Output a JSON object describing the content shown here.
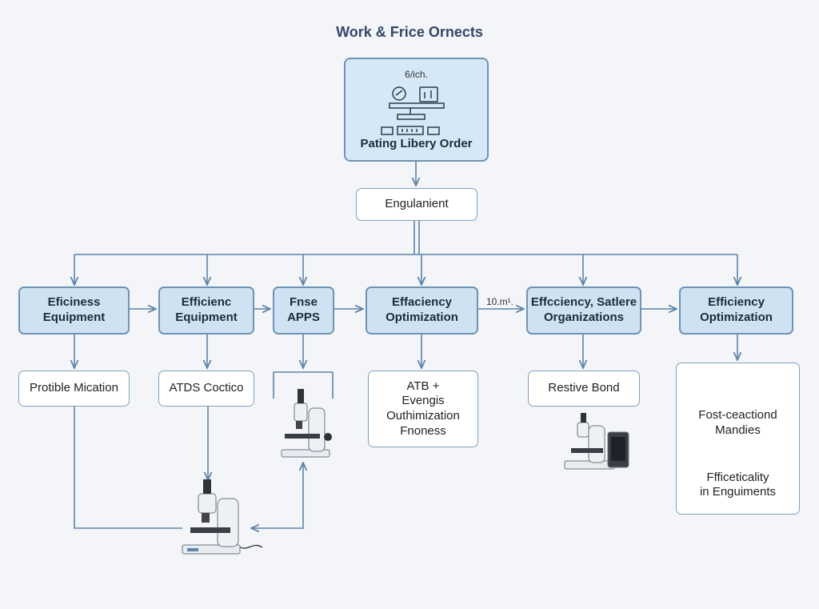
{
  "title": "Work & Frice Ornects",
  "top_node": {
    "caption": "6/ich.",
    "label": "Pating Libery Order"
  },
  "hub_node": "Engulanient",
  "row1": [
    {
      "line1": "Eficiness",
      "line2": "Equipment"
    },
    {
      "line1": "Efficienc",
      "line2": "Equipment"
    },
    {
      "line1": "Fnse",
      "line2": "APPS"
    },
    {
      "line1": "Effaciency",
      "line2": "Optimization"
    },
    {
      "line1": "Effcciency, Satlere",
      "line2": "Organizations"
    },
    {
      "line1": "Efficiency",
      "line2": "Optimization"
    }
  ],
  "edge_label": "10.m¹.",
  "row2": {
    "box1": "Protible Mication",
    "box2": "ATDS Coctico",
    "box4": [
      "ATB +",
      "Evengis",
      "Outhimization",
      "Fnoness"
    ],
    "box5": "Restive Bond",
    "box6_a": [
      "Fost-ceactiond",
      "Mandies"
    ],
    "box6_b": [
      "Ffficeticality",
      "in Enguiments"
    ]
  },
  "colors": {
    "connector": "#5d84aa",
    "node_fill": "#cfe2f1",
    "node_border": "#6f93b6",
    "background": "#f3f5f8"
  }
}
